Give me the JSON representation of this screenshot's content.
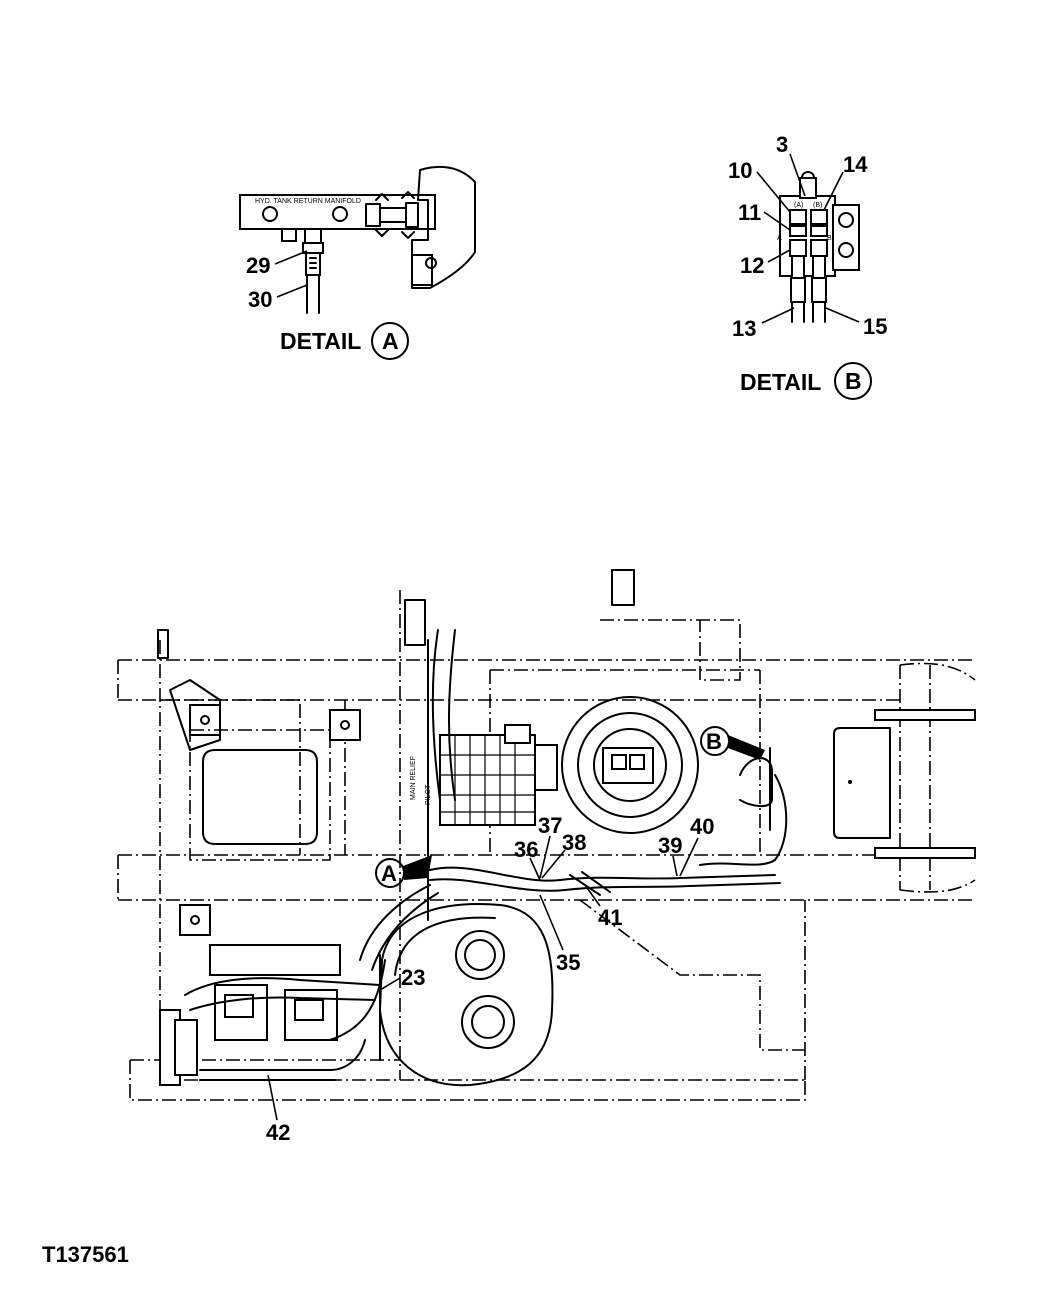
{
  "drawing_id": "T137561",
  "detail_a": {
    "title": "DETAIL",
    "letter": "A",
    "manifold_label": "HYD. TANK RETURN MANIFOLD",
    "callouts": [
      "29",
      "30"
    ]
  },
  "detail_b": {
    "title": "DETAIL",
    "letter": "B",
    "port_labels": [
      "(A)",
      "(B)",
      "A",
      "B"
    ],
    "callouts": [
      "3",
      "10",
      "11",
      "12",
      "13",
      "14",
      "15"
    ]
  },
  "main_view": {
    "callouts": [
      "23",
      "35",
      "36",
      "37",
      "38",
      "39",
      "40",
      "41",
      "42"
    ],
    "detail_markers": [
      "A",
      "B"
    ],
    "valve_labels": [
      "MAIN RELIEF",
      "PILOT"
    ]
  }
}
